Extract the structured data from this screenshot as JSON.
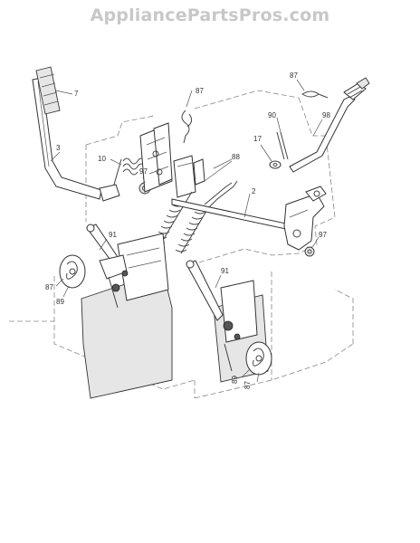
{
  "watermark": "AppliancePartsPros.com",
  "callouts": {
    "c7": "7",
    "c87a": "87",
    "c87b": "87",
    "c3": "3",
    "c10": "10",
    "c97a": "97",
    "c88": "88",
    "c2": "2",
    "c90": "90",
    "c98": "98",
    "c17": "17",
    "c97b": "97",
    "c91a": "91",
    "c87c": "87",
    "c89a": "89",
    "c91b": "91",
    "c89b": "89",
    "c87d": "87"
  }
}
